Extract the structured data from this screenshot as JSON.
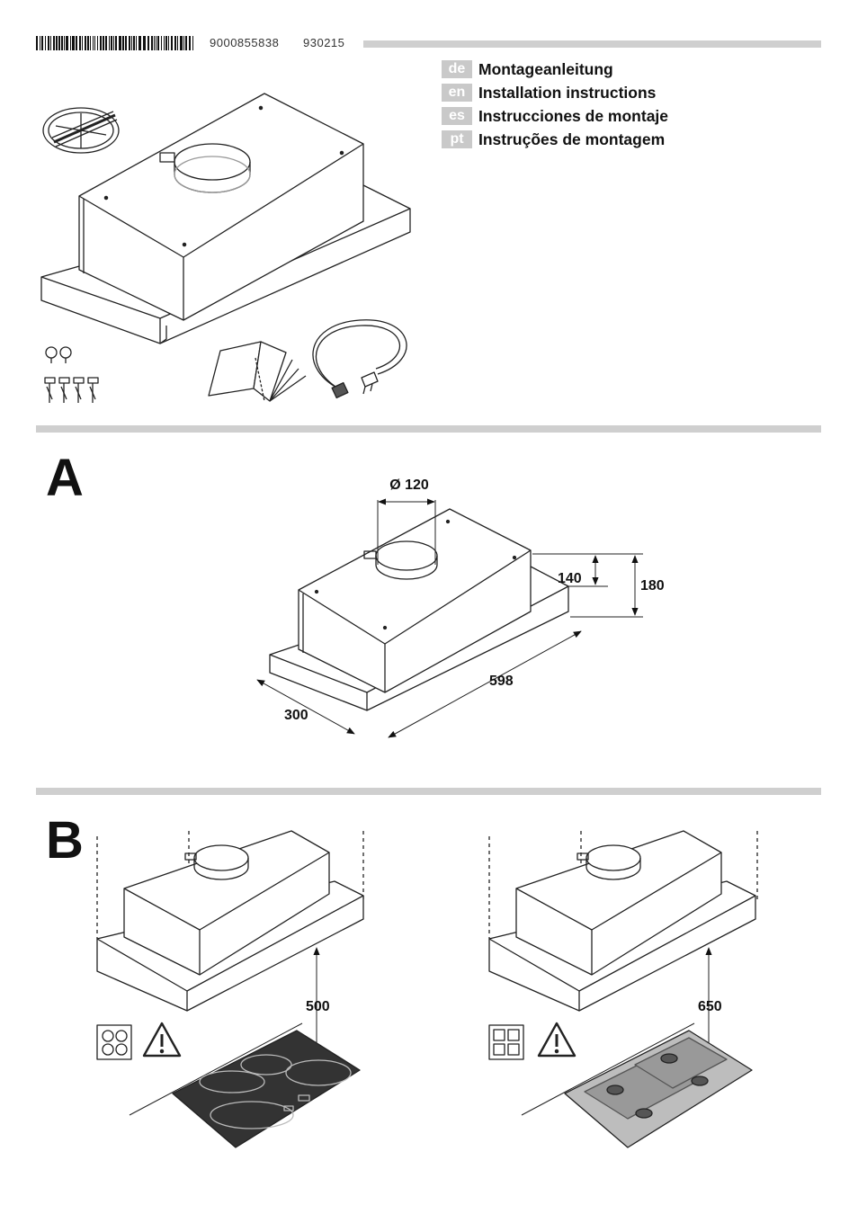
{
  "header": {
    "part_number": "9000855838",
    "date_code": "930215"
  },
  "languages": [
    {
      "code": "de",
      "title": "Montageanleitung"
    },
    {
      "code": "en",
      "title": "Installation instructions"
    },
    {
      "code": "es",
      "title": "Instrucciones de montaje"
    },
    {
      "code": "pt",
      "title": "Instruções de montagem"
    }
  ],
  "section_a": {
    "letter": "A",
    "dimensions": {
      "duct_diameter": "Ø 120",
      "height_body": "140",
      "height_total": "180",
      "width": "598",
      "depth": "300"
    }
  },
  "section_b": {
    "letter": "B",
    "electric": {
      "min_distance": "500"
    },
    "gas": {
      "min_distance": "650"
    }
  }
}
